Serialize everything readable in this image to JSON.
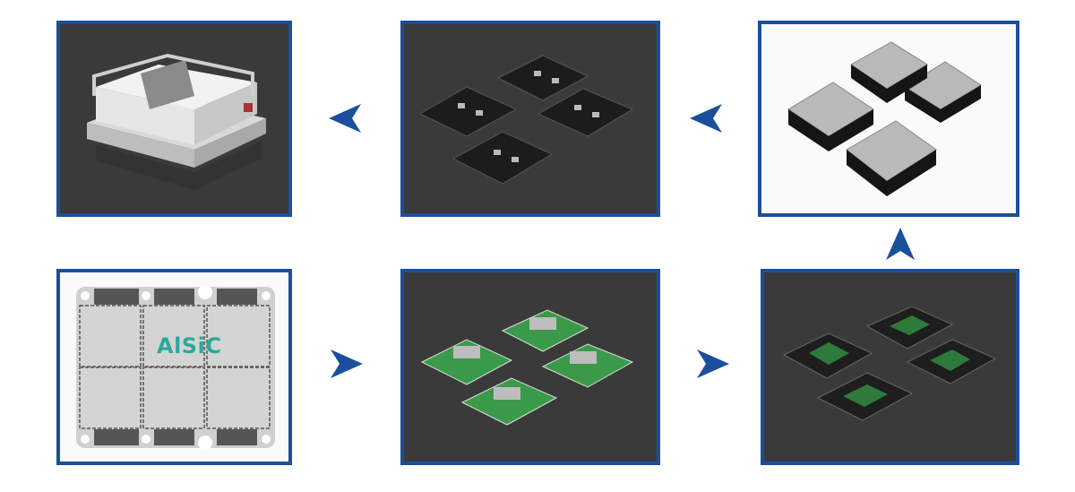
{
  "steps": [
    {
      "id": "alsic-baseplate",
      "label": "AlSiC"
    },
    {
      "id": "pcb-substrates"
    },
    {
      "id": "assembled-substrates"
    },
    {
      "id": "sealed-modules"
    },
    {
      "id": "power-modules"
    },
    {
      "id": "inverter-assembly"
    }
  ],
  "colors": {
    "border": "#1a4f9c",
    "arrow": "#1a4f9c",
    "label": "#2aa99c"
  }
}
